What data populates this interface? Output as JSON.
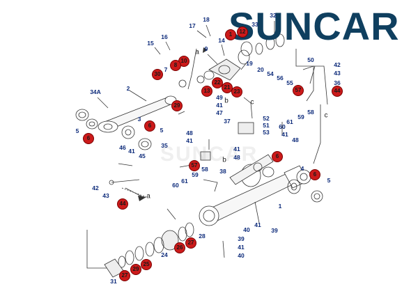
{
  "brand": {
    "logo_text": "SUNCAR",
    "watermark": "SUNCAR",
    "colors": {
      "logo": "#0f3f5f",
      "label": "#0c2a7a",
      "seal_marker": "#cc1a1a",
      "line": "#333333"
    }
  },
  "callouts": [
    {
      "id": "c18",
      "text": "18"
    },
    {
      "id": "c17",
      "text": "17"
    },
    {
      "id": "c16",
      "text": "16"
    },
    {
      "id": "c15",
      "text": "15"
    },
    {
      "id": "c9",
      "text": "9"
    },
    {
      "id": "c14",
      "text": "14"
    },
    {
      "id": "c19",
      "text": "19"
    },
    {
      "id": "c32",
      "text": "32"
    },
    {
      "id": "c33",
      "text": "33"
    },
    {
      "id": "c7",
      "text": "7"
    },
    {
      "id": "c2",
      "text": "2"
    },
    {
      "id": "c34a",
      "text": "34A"
    },
    {
      "id": "c3",
      "text": "3"
    },
    {
      "id": "c5a",
      "text": "5"
    },
    {
      "id": "c5b",
      "text": "5"
    },
    {
      "id": "c49",
      "text": "49"
    },
    {
      "id": "c41a",
      "text": "41"
    },
    {
      "id": "c47",
      "text": "47"
    },
    {
      "id": "c20",
      "text": "20"
    },
    {
      "id": "c54",
      "text": "54"
    },
    {
      "id": "c56",
      "text": "56"
    },
    {
      "id": "c55",
      "text": "55"
    },
    {
      "id": "c50",
      "text": "50"
    },
    {
      "id": "c42a",
      "text": "42"
    },
    {
      "id": "c43a",
      "text": "43"
    },
    {
      "id": "c36",
      "text": "36"
    },
    {
      "id": "c37",
      "text": "37"
    },
    {
      "id": "c52",
      "text": "52"
    },
    {
      "id": "c51",
      "text": "51"
    },
    {
      "id": "c53",
      "text": "53"
    },
    {
      "id": "c61a",
      "text": "61"
    },
    {
      "id": "c60a",
      "text": "60"
    },
    {
      "id": "c41b",
      "text": "41"
    },
    {
      "id": "c58a",
      "text": "58"
    },
    {
      "id": "c59a",
      "text": "59"
    },
    {
      "id": "c48a",
      "text": "48"
    },
    {
      "id": "c48b",
      "text": "48"
    },
    {
      "id": "c41c",
      "text": "41"
    },
    {
      "id": "c35",
      "text": "35"
    },
    {
      "id": "c46",
      "text": "46"
    },
    {
      "id": "c41d",
      "text": "41"
    },
    {
      "id": "c45",
      "text": "45"
    },
    {
      "id": "c41e",
      "text": "41"
    },
    {
      "id": "c48c",
      "text": "48"
    },
    {
      "id": "c58b",
      "text": "58"
    },
    {
      "id": "c38",
      "text": "38"
    },
    {
      "id": "c59b",
      "text": "59"
    },
    {
      "id": "c61b",
      "text": "61"
    },
    {
      "id": "c60b",
      "text": "60"
    },
    {
      "id": "c42b",
      "text": "42"
    },
    {
      "id": "c43b",
      "text": "43"
    },
    {
      "id": "c4",
      "text": "4"
    },
    {
      "id": "c5c",
      "text": "5"
    },
    {
      "id": "c1",
      "text": "1"
    },
    {
      "id": "c40a",
      "text": "40"
    },
    {
      "id": "c41f",
      "text": "41"
    },
    {
      "id": "c39a",
      "text": "39"
    },
    {
      "id": "c39b",
      "text": "39"
    },
    {
      "id": "c41g",
      "text": "41"
    },
    {
      "id": "c40b",
      "text": "40"
    },
    {
      "id": "c28",
      "text": "28"
    },
    {
      "id": "c24",
      "text": "24"
    },
    {
      "id": "c31",
      "text": "31"
    },
    {
      "id": "c48d",
      "text": "48"
    }
  ],
  "seal_markers": [
    {
      "id": "r12",
      "text": "12"
    },
    {
      "id": "r1",
      "text": "1"
    },
    {
      "id": "r10",
      "text": "10"
    },
    {
      "id": "r8",
      "text": "8"
    },
    {
      "id": "r30",
      "text": "30"
    },
    {
      "id": "r29",
      "text": "29"
    },
    {
      "id": "r22",
      "text": "22"
    },
    {
      "id": "r21",
      "text": "21"
    },
    {
      "id": "r23",
      "text": "23"
    },
    {
      "id": "r13",
      "text": "13"
    },
    {
      "id": "r57a",
      "text": "57"
    },
    {
      "id": "r44a",
      "text": "44"
    },
    {
      "id": "r6a",
      "text": "6"
    },
    {
      "id": "r6b",
      "text": "6"
    },
    {
      "id": "r57b",
      "text": "57"
    },
    {
      "id": "r6c",
      "text": "6"
    },
    {
      "id": "r6d",
      "text": "6"
    },
    {
      "id": "r44b",
      "text": "44"
    },
    {
      "id": "r27a",
      "text": "27"
    },
    {
      "id": "r26",
      "text": "26"
    },
    {
      "id": "r25",
      "text": "25"
    },
    {
      "id": "r29b",
      "text": "29"
    },
    {
      "id": "r27b",
      "text": "27"
    }
  ],
  "arrow_labels": [
    {
      "id": "aa",
      "text": "a"
    },
    {
      "id": "ab",
      "text": "b"
    },
    {
      "id": "ac",
      "text": "c"
    },
    {
      "id": "ac2",
      "text": "c"
    },
    {
      "id": "ab2",
      "text": "b"
    },
    {
      "id": "aa2",
      "text": "a"
    }
  ]
}
